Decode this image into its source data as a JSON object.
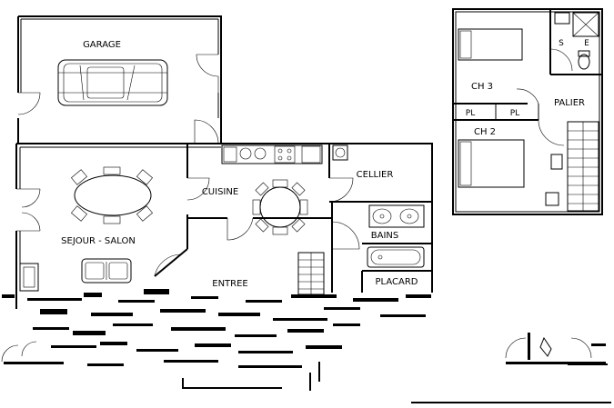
{
  "ground_floor": {
    "rooms": {
      "garage": "GARAGE",
      "sejour": "SEJOUR - SALON",
      "cuisine": "CUISINE",
      "cellier": "CELLIER",
      "bains": "BAINS",
      "placard": "PLACARD",
      "entree": "ENTREE"
    }
  },
  "upper_floor": {
    "rooms": {
      "ch3": "CH 3",
      "ch2": "CH 2",
      "palier": "PALIER",
      "pl_left": "PL",
      "pl_right": "PL",
      "s": "S",
      "e": "E"
    }
  }
}
